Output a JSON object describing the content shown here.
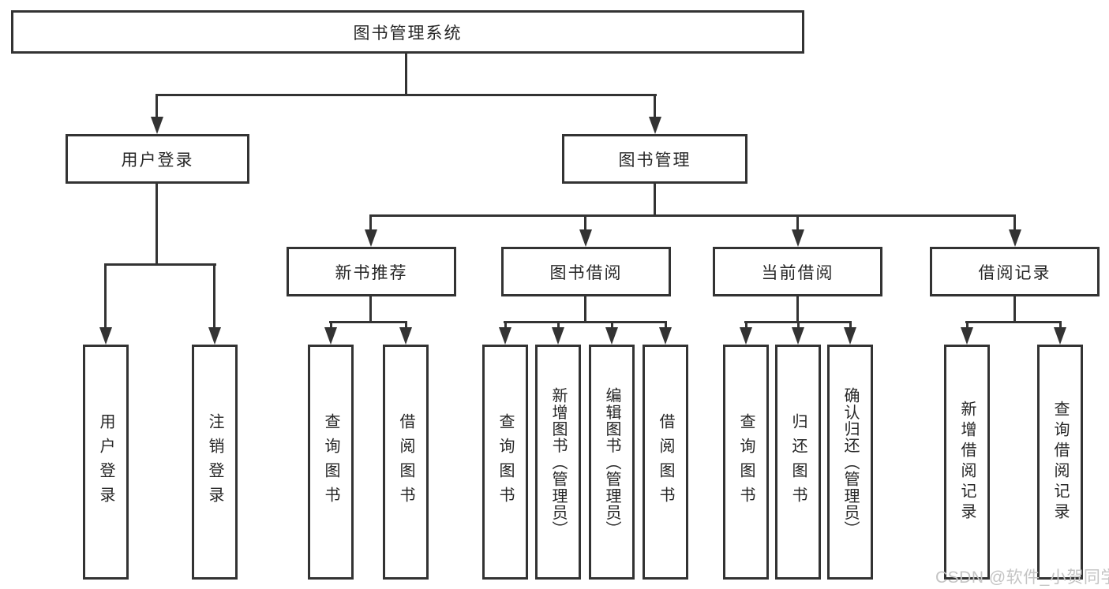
{
  "diagram_title": "图书管理系统",
  "watermark": "CSDN @软件_小贺同学",
  "colors": {
    "line": "#333333",
    "text": "#262626",
    "background": "#ffffff",
    "watermark": "#c4c4c4"
  },
  "nodes": {
    "root": {
      "label": "图书管理系统"
    },
    "level2": {
      "user_login": {
        "label": "用户登录"
      },
      "book_mgmt": {
        "label": "图书管理"
      }
    },
    "level3": {
      "new_book_rec": {
        "label": "新书推荐"
      },
      "book_borrow": {
        "label": "图书借阅"
      },
      "current_borrow": {
        "label": "当前借阅"
      },
      "borrow_record": {
        "label": "借阅记录"
      }
    },
    "leaves": {
      "login": {
        "label": "用户登录"
      },
      "logout": {
        "label": "注销登录"
      },
      "rec_query_book": {
        "label": "查询图书"
      },
      "rec_borrow_book": {
        "label": "借阅图书"
      },
      "bb_query_book": {
        "label": "查询图书"
      },
      "bb_add_book_admin": {
        "label": "新增图书（管理员）"
      },
      "bb_edit_book_admin": {
        "label": "编辑图书（管理员）"
      },
      "bb_borrow_book": {
        "label": "借阅图书"
      },
      "cb_query_book": {
        "label": "查询图书"
      },
      "cb_return_book": {
        "label": "归还图书"
      },
      "cb_confirm_return_admin": {
        "label": "确认归还（管理员）"
      },
      "br_add_record": {
        "label": "新增借阅记录"
      },
      "br_query_record": {
        "label": "查询借阅记录"
      }
    }
  }
}
